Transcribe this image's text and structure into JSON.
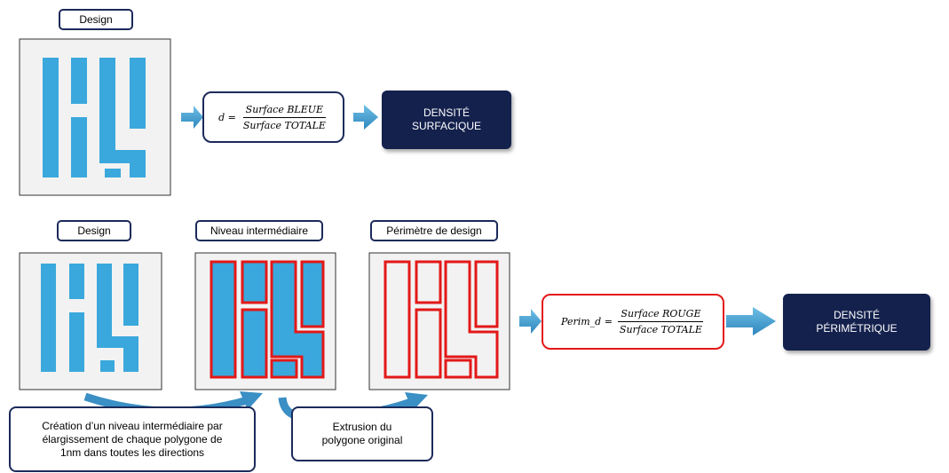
{
  "colors": {
    "blue_fill": "#3aa8dc",
    "red_outline": "#e31818",
    "navy": "#14214d",
    "box_border": "#1c2a5a",
    "panel_bg": "#f2f2f2",
    "arrow": "#4aa3d4"
  },
  "top": {
    "design_label": "Design",
    "formula": {
      "lhs": "d =",
      "numerator": "Surface BLEUE",
      "denominator": "Surface TOTALE"
    },
    "result": {
      "line1": "DENSITÉ",
      "line2": "SURFACIQUE"
    }
  },
  "bottom": {
    "design_label": "Design",
    "intermediate_label": "Niveau intermédiaire",
    "perimeter_label": "Périmètre de design",
    "formula": {
      "lhs": "Perim_d =",
      "numerator": "Surface ROUGE",
      "denominator": "Surface TOTALE"
    },
    "result": {
      "line1": "DENSITÉ",
      "line2": "PÉRIMÉTRIQUE"
    },
    "note_widening": {
      "line1": "Création d’un niveau intermédiaire par",
      "line2": "élargissement de chaque polygone de",
      "line3": "1nm dans toutes les directions"
    },
    "note_extrusion": {
      "line1": "Extrusion du",
      "line2": "polygone original"
    }
  }
}
